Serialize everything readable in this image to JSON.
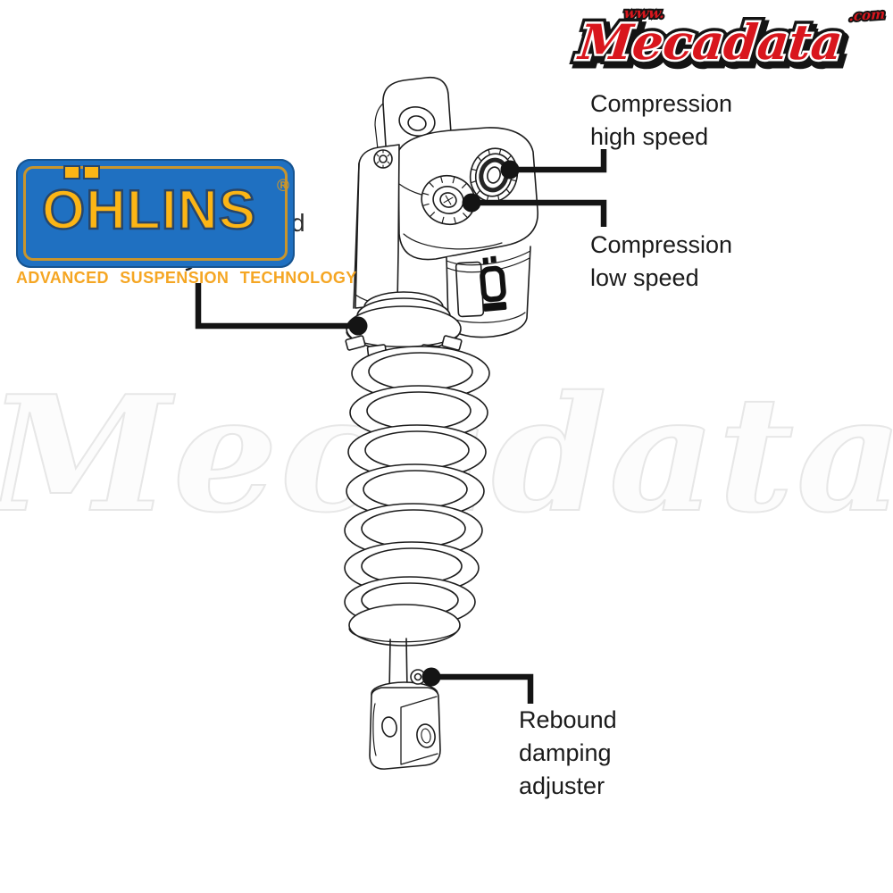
{
  "page": {
    "background": "#ffffff"
  },
  "watermark": {
    "text": "Mecadata"
  },
  "mecadata_logo": {
    "www": "www.",
    "name": "Mecadata",
    "com": ".com",
    "red": "#d9161d",
    "outline": "#141414"
  },
  "ohlins_logo": {
    "brand": "OHLINS",
    "registered": "®",
    "tagline": "ADVANCED SUSPENSION TECHNOLOGY",
    "blue": "#1f70c1",
    "yellow": "#fcb515",
    "gold": "#c9952c",
    "tagline_color": "#f5a623"
  },
  "diagram": {
    "line_color": "#141414",
    "hidden_label_fragment": "d",
    "callouts": [
      {
        "id": "compression-high-speed",
        "text": "Compression\nhigh speed"
      },
      {
        "id": "compression-low-speed",
        "text": "Compression\nlow speed"
      },
      {
        "id": "rebound-damping",
        "text": "Rebound\ndamping\nadjuster"
      }
    ]
  }
}
